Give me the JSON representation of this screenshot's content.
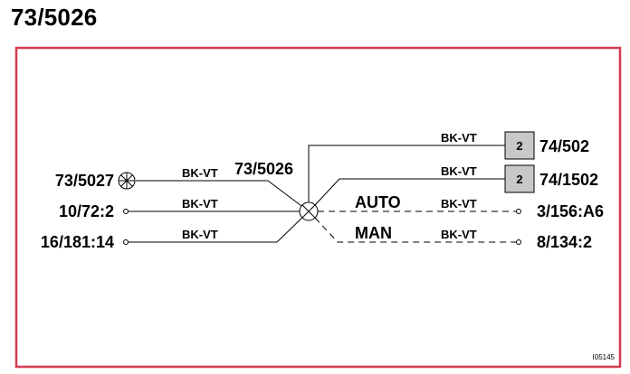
{
  "page": {
    "title": "73/5026"
  },
  "colors": {
    "frame": "#d43a50",
    "wire": "#000000",
    "connector_fill": "#c8c8c8"
  },
  "diagram": {
    "center_label": "73/5026",
    "left_nodes": [
      {
        "label": "73/5027",
        "wire": "BK-VT",
        "terminal": "lamp-symbol"
      },
      {
        "label": "10/72:2",
        "wire": "BK-VT",
        "terminal": "open-circle"
      },
      {
        "label": "16/181:14",
        "wire": "BK-VT",
        "terminal": "open-circle"
      }
    ],
    "right_connectors": [
      {
        "pin": "2",
        "label": "74/502",
        "wire": "BK-VT"
      },
      {
        "pin": "2",
        "label": "74/1502",
        "wire": "BK-VT"
      }
    ],
    "right_switched": [
      {
        "mode": "AUTO",
        "wire": "BK-VT",
        "label": "3/156:A6"
      },
      {
        "mode": "MAN",
        "wire": "BK-VT",
        "label": "8/134:2"
      }
    ],
    "reference_code": "I05145"
  }
}
